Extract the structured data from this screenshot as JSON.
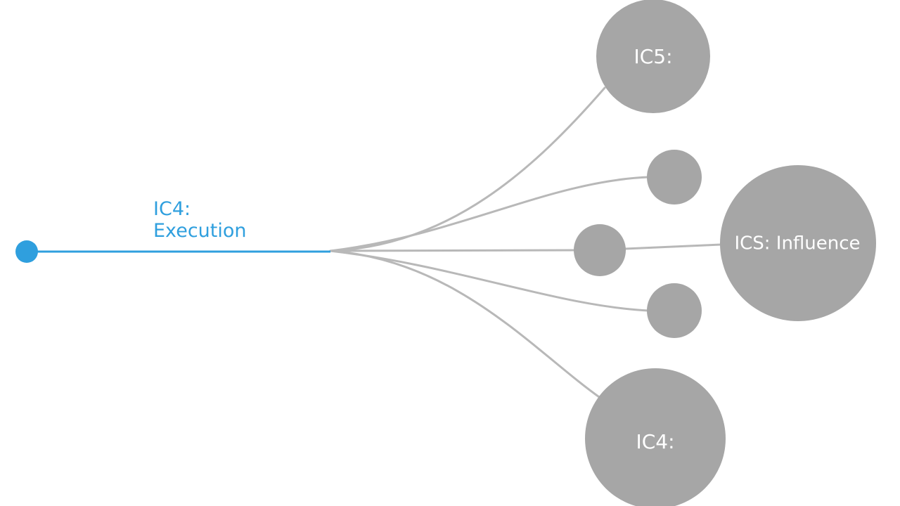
{
  "colors": {
    "background": "#ffffff",
    "accent": "#2f9fde",
    "node": "#a6a6a6",
    "edge": "#b8b8b8",
    "node_text": "#ffffff"
  },
  "source": {
    "label_line1": "IC4:",
    "label_line2": "Execution"
  },
  "nodes": {
    "top": {
      "label": "IC5:"
    },
    "small_upper": {
      "label": ""
    },
    "small_middle": {
      "label": ""
    },
    "small_lower": {
      "label": ""
    },
    "influence": {
      "label": "ICS: Influence"
    },
    "bottom": {
      "label": "IC4:"
    }
  }
}
